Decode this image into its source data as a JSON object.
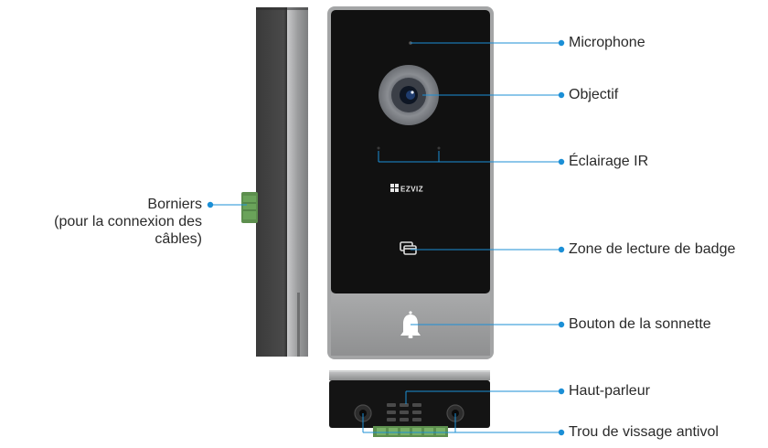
{
  "brand": "EZVIZ",
  "colors": {
    "accent": "#1b8fd6",
    "panel": "#121212",
    "bezel": "#9a9b9c",
    "terminal": "#5d8f4e"
  },
  "labels": {
    "microphone": "Microphone",
    "lens": "Objectif",
    "ir": "Éclairage IR",
    "badge": "Zone de lecture de badge",
    "bell": "Bouton de la sonnette",
    "speaker": "Haut-parleur",
    "screw": "Trou de vissage antivol",
    "terminals": [
      "Borniers",
      "(pour la connexion des",
      "câbles)"
    ]
  },
  "icons": [
    "card-reader-icon",
    "bell-icon",
    "ezviz-logo-icon"
  ]
}
